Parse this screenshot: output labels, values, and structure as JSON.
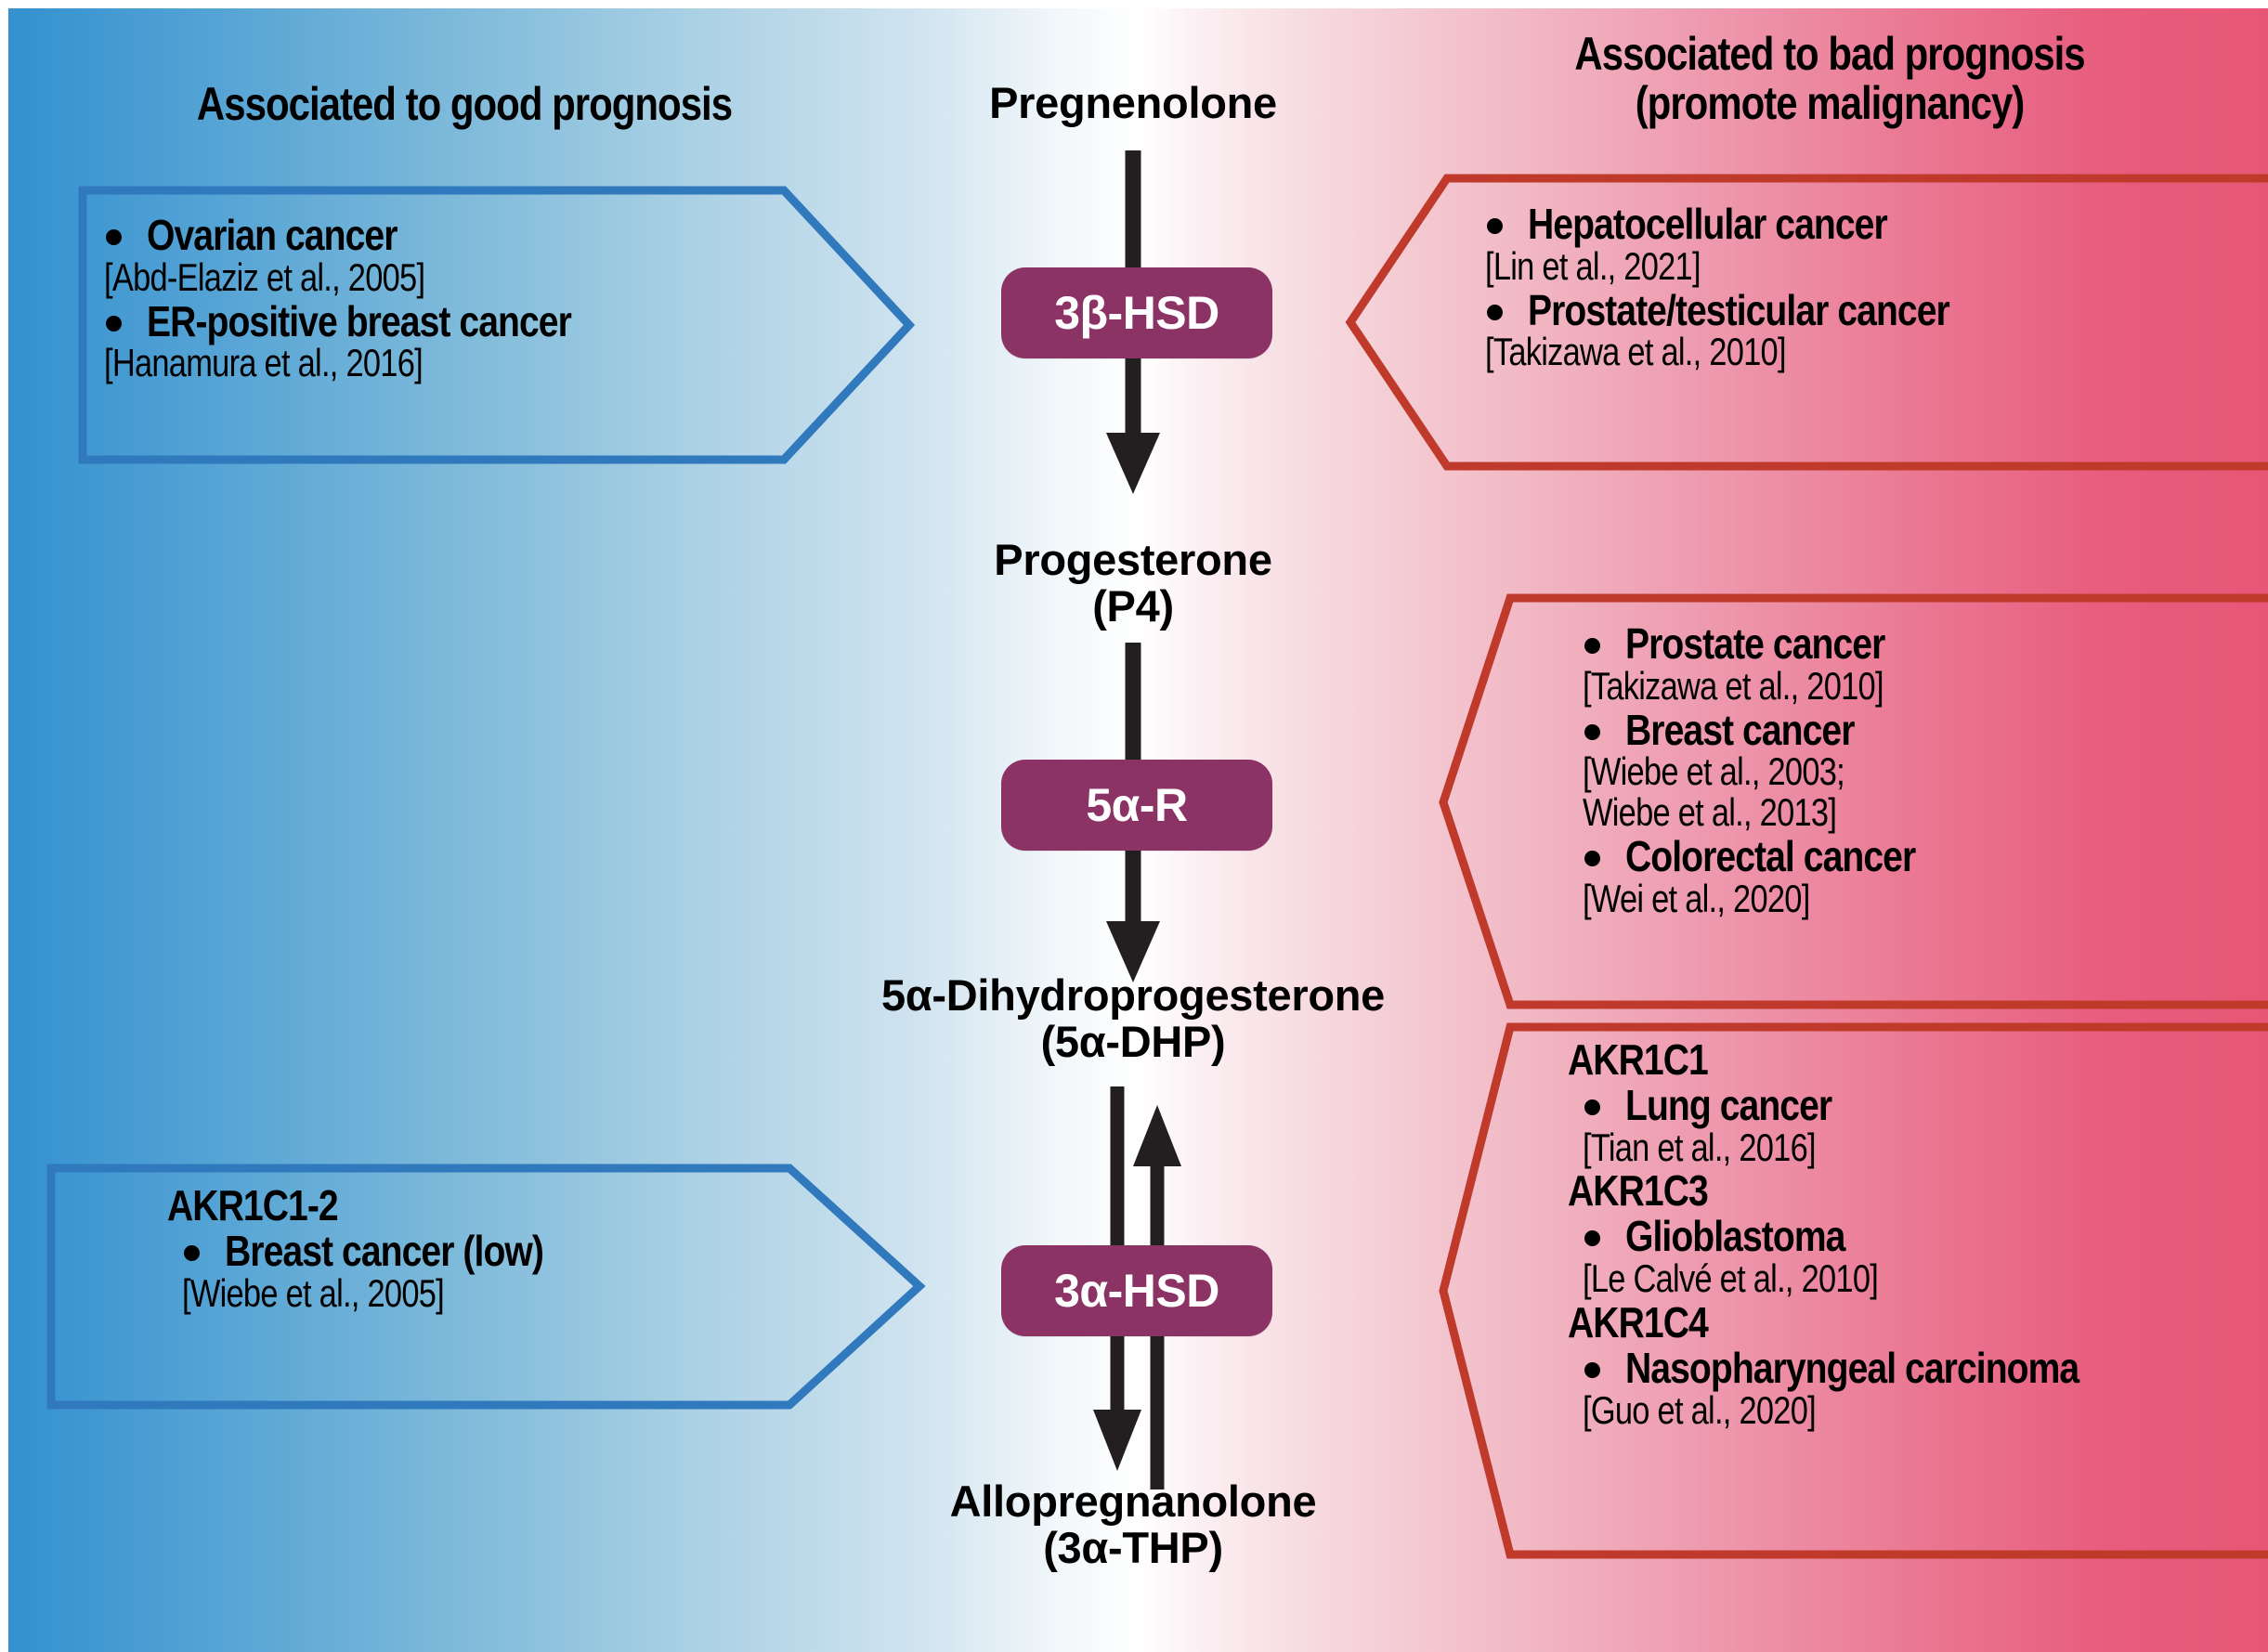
{
  "colors": {
    "good_accent": "#3179bd",
    "bad_accent": "#bf3a2b",
    "enzyme_badge": "#8c3366",
    "enzyme_text": "#ffffff",
    "background_left": "#3391ce",
    "background_right": "#e85677",
    "text": "#000000"
  },
  "headers": {
    "good": "Associated to good prognosis",
    "bad": "Associated to bad prognosis\n(promote malignancy)"
  },
  "pathway": {
    "molecules": [
      {
        "name": "Pregnenolone"
      },
      {
        "name": "Progesterone\n(P4)"
      },
      {
        "name": "5α-Dihydroprogesterone\n(5α-DHP)"
      },
      {
        "name": "Allopregnanolone\n(3α-THP)"
      }
    ],
    "enzymes": [
      {
        "label": "3β-HSD",
        "reversible": false
      },
      {
        "label": "5α-R",
        "reversible": false
      },
      {
        "label": "3α-HSD",
        "reversible": true
      }
    ]
  },
  "good_boxes": [
    {
      "group_label": "",
      "items": [
        {
          "term": "Ovarian cancer",
          "cite": "[Abd-Elaziz et al., 2005]"
        },
        {
          "term": "ER-positive breast cancer",
          "cite": "[Hanamura et al., 2016]"
        }
      ]
    },
    {
      "group_label": "AKR1C1-2",
      "items": [
        {
          "term": "Breast cancer (low)",
          "cite": "[Wiebe et al., 2005]"
        }
      ]
    }
  ],
  "bad_boxes": [
    {
      "group_label": "",
      "items": [
        {
          "term": "Hepatocellular cancer",
          "cite": "[Lin et al., 2021]"
        },
        {
          "term": "Prostate/testicular cancer",
          "cite": "[Takizawa et al., 2010]"
        }
      ]
    },
    {
      "group_label": "",
      "items": [
        {
          "term": "Prostate cancer",
          "cite": "[Takizawa et al., 2010]"
        },
        {
          "term": "Breast cancer",
          "cite": "[Wiebe et al., 2003;\nWiebe et al.,  2013]"
        },
        {
          "term": "Colorectal cancer",
          "cite": "[Wei et al., 2020]"
        }
      ]
    },
    {
      "group_label": "",
      "groups": [
        {
          "label": "AKR1C1",
          "term": "Lung cancer",
          "cite": "[Tian et al., 2016]"
        },
        {
          "label": "AKR1C3",
          "term": "Glioblastoma",
          "cite": "[Le Calvé et al., 2010]"
        },
        {
          "label": "AKR1C4",
          "term": "Nasopharyngeal carcinoma",
          "cite": "[Guo et al., 2020]"
        }
      ]
    }
  ],
  "icons": {
    "bullet": "bullet-dot-icon",
    "arrow_down": "arrow-down-icon",
    "arrow_bidirectional": "arrow-bidirectional-icon",
    "chevron_right": "chevron-right-callout",
    "chevron_left": "chevron-left-callout"
  }
}
